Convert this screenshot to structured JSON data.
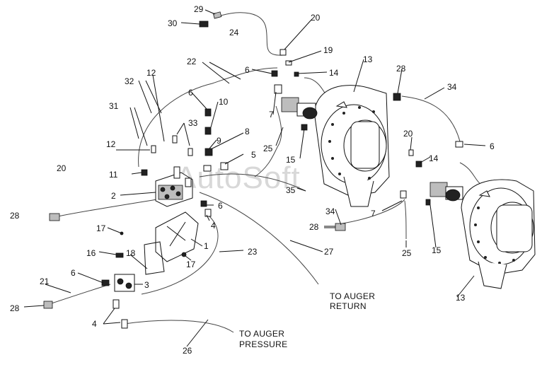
{
  "watermark": "AutoSoft",
  "notes": {
    "auger_return_1": "TO AUGER",
    "auger_return_2": "RETURN",
    "auger_pressure_1": "TO AUGER",
    "auger_pressure_2": "PRESSURE"
  },
  "labels": {
    "l29": "29",
    "l30": "30",
    "l24": "24",
    "l20a": "20",
    "l19": "19",
    "l13a": "13",
    "l28a": "28",
    "l34a": "34",
    "l22": "22",
    "l6a": "6",
    "l14a": "14",
    "l32": "32",
    "l12a": "12",
    "l6b": "6",
    "l10": "10",
    "l7a": "7",
    "l31": "31",
    "l33": "33",
    "l8": "8",
    "l9": "9",
    "l25a": "25",
    "l15a": "15",
    "l20b": "20",
    "l14b": "14",
    "l6c": "6",
    "l12b": "12",
    "l5": "5",
    "l20c": "20",
    "l11": "11",
    "l2": "2",
    "l35": "35",
    "l6d": "6",
    "l4a": "4",
    "l34b": "34",
    "l7b": "7",
    "l28b": "28",
    "l17a": "17",
    "l1": "1",
    "l16": "16",
    "l18": "18",
    "l17b": "17",
    "l23": "23",
    "l27": "27",
    "l25b": "25",
    "l15b": "15",
    "l6e": "6",
    "l3": "3",
    "l21": "21",
    "l28c": "28",
    "l4b": "4",
    "l26": "26",
    "l13b": "13",
    "l28d": "28"
  },
  "colors": {
    "ink": "#111111",
    "watermark": "#d8d8d8",
    "fill": "#ffffff"
  }
}
